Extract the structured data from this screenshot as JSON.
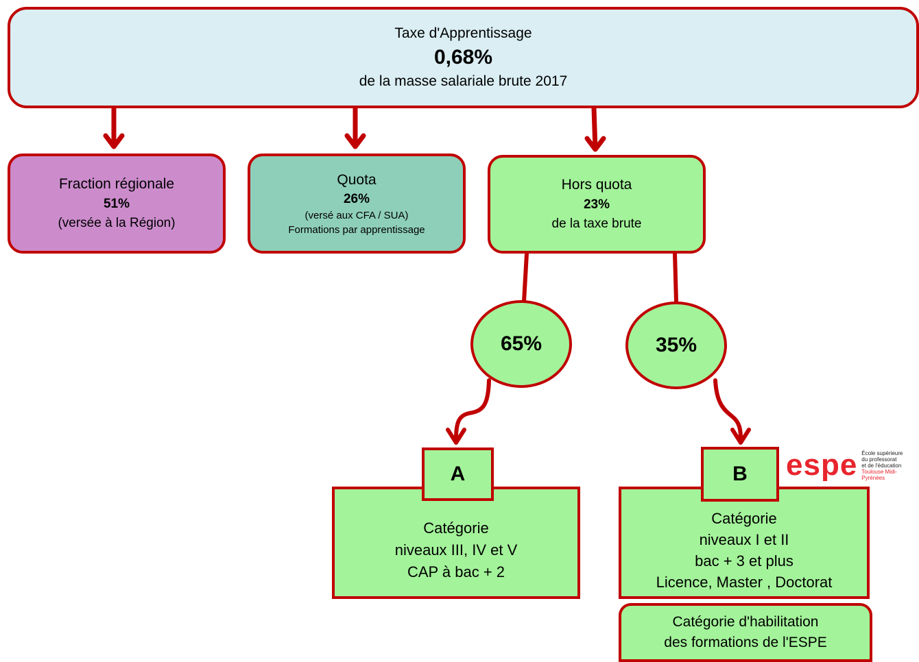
{
  "top": {
    "line1": "Taxe d'Apprentissage",
    "line2": "0,68%",
    "line3": "de la masse salariale brute 2017"
  },
  "regional": {
    "line1": "Fraction régionale",
    "line2": "51%",
    "line3": "(versée à la Région)"
  },
  "quota": {
    "line1": "Quota",
    "line2": "26%",
    "line3": "(versé aux CFA / SUA)",
    "line4": "Formations par apprentissage"
  },
  "hors_quota": {
    "line1": "Hors quota",
    "line2": "23%",
    "line3": "de la taxe brute"
  },
  "split_a": "65%",
  "split_b": "35%",
  "cat_a": {
    "label": "A",
    "line1": "Catégorie",
    "line2": "niveaux III, IV et V",
    "line3": "CAP à bac + 2"
  },
  "cat_b": {
    "label": "B",
    "line1": "Catégorie",
    "line2": "niveaux I et II",
    "line3": "bac + 3 et plus",
    "line4": "Licence, Master , Doctorat"
  },
  "habilitation": {
    "line1": "Catégorie d'habilitation",
    "line2": "des formations de l'ESPE"
  },
  "logo": {
    "word": "espe",
    "line1": "École supérieure",
    "line2": "du professorat",
    "line3": "et de l'éducation",
    "line4": "Toulouse Midi-Pyrénées"
  },
  "colors": {
    "border": "#c00000",
    "top_fill": "#daeef3",
    "regional_fill": "#cc8ccc",
    "quota_fill": "#8ecfba",
    "green_fill": "#a3f39a",
    "logo_red": "#e8252d"
  }
}
